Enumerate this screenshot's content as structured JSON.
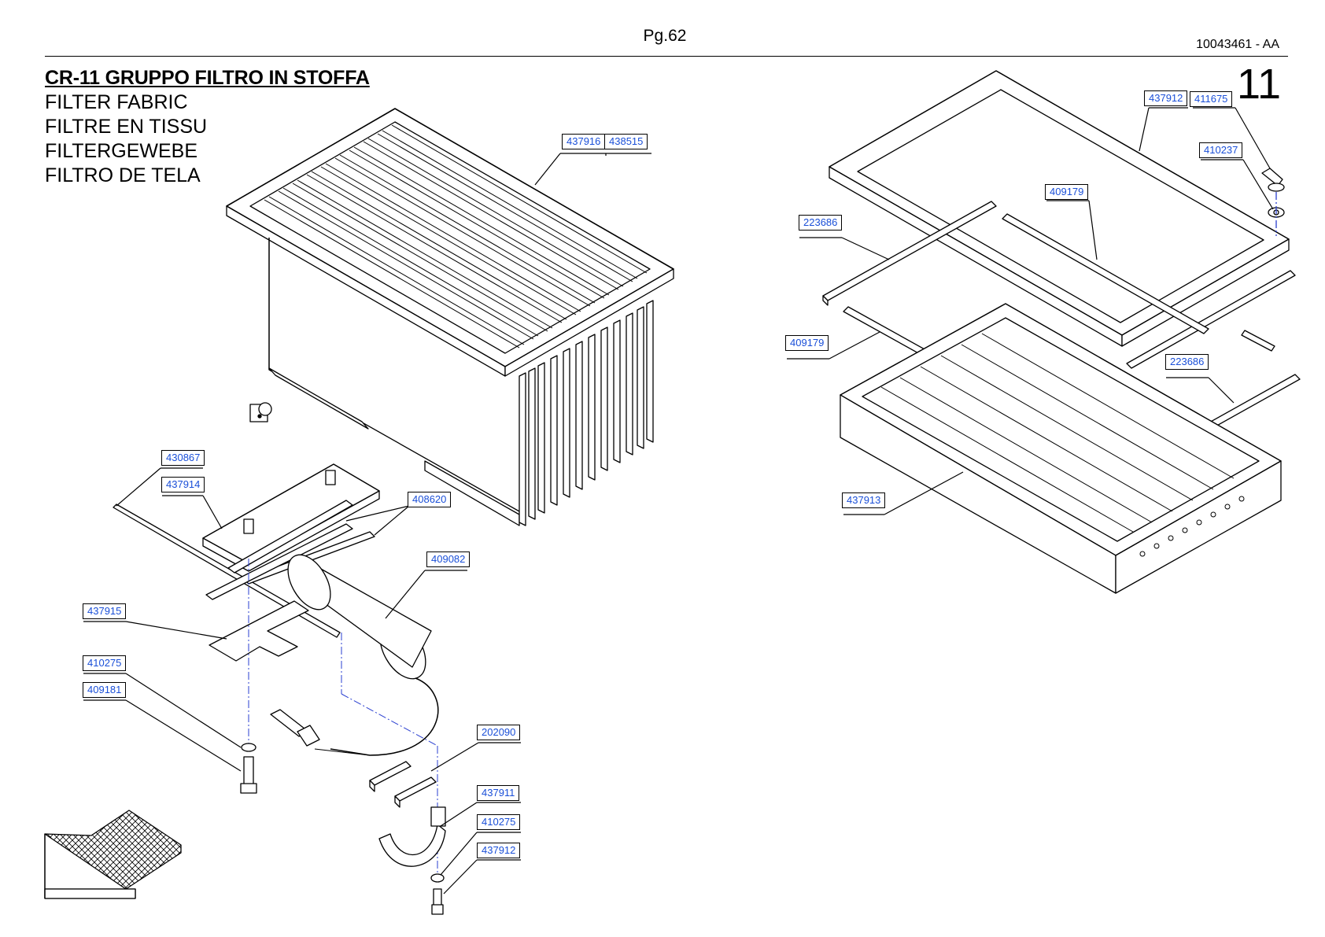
{
  "header": {
    "page": "Pg.62",
    "doc_code": "10043461 - AA",
    "section_number": "11"
  },
  "title": {
    "main": "CR-11 GRUPPO FILTRO IN STOFFA",
    "translations": [
      "FILTER FABRIC",
      "FILTRE EN TISSU",
      "FILTERGEWEBE",
      "FILTRO DE TELA"
    ]
  },
  "callouts": [
    {
      "id": "filter-box-a",
      "label": "437916"
    },
    {
      "id": "filter-box-b",
      "label": "438515"
    },
    {
      "id": "rod",
      "label": "430867"
    },
    {
      "id": "plate",
      "label": "437914"
    },
    {
      "id": "strips",
      "label": "408620"
    },
    {
      "id": "motor",
      "label": "409082"
    },
    {
      "id": "bracket",
      "label": "437915"
    },
    {
      "id": "washer-left",
      "label": "410275"
    },
    {
      "id": "screw-left",
      "label": "409181"
    },
    {
      "id": "spacers",
      "label": "202090"
    },
    {
      "id": "clamp",
      "label": "437911"
    },
    {
      "id": "washer-bottom",
      "label": "410275"
    },
    {
      "id": "screw-bottom",
      "label": "437912"
    },
    {
      "id": "frame",
      "label": "437912"
    },
    {
      "id": "knob",
      "label": "411675"
    },
    {
      "id": "washer-right",
      "label": "410237"
    },
    {
      "id": "gasket-upper",
      "label": "409179"
    },
    {
      "id": "seal-upper-left",
      "label": "223686"
    },
    {
      "id": "gasket-lower",
      "label": "409179"
    },
    {
      "id": "seal-lower-right",
      "label": "223686"
    },
    {
      "id": "tray",
      "label": "437913"
    }
  ],
  "colors": {
    "callout_text": "#1a4fd8",
    "line": "#000000",
    "axis_line": "#2a3fd0"
  }
}
